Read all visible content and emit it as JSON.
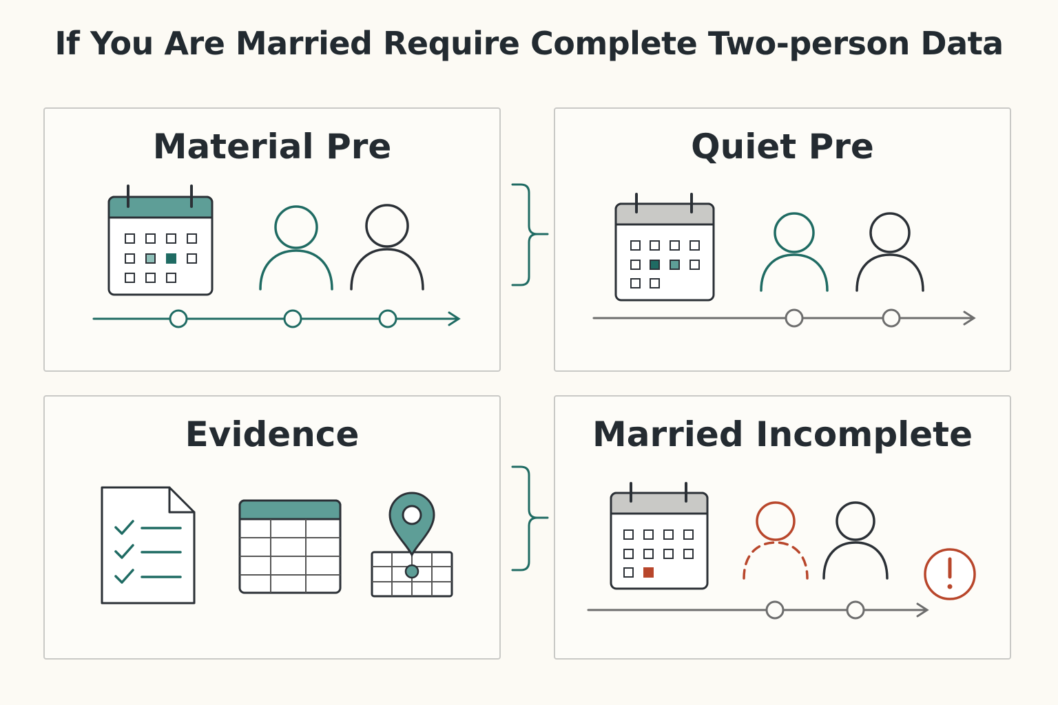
{
  "title": "If You Are Married Require Complete Two-person Data",
  "panels": [
    {
      "title": "Material Pre",
      "icons": [
        "calendar-icon",
        "person-icon",
        "person-icon",
        "timeline-icon"
      ]
    },
    {
      "title": "Quiet Pre",
      "icons": [
        "calendar-icon",
        "person-icon",
        "person-icon",
        "timeline-icon"
      ]
    },
    {
      "title": "Evidence",
      "icons": [
        "checklist-document-icon",
        "table-icon",
        "map-pin-icon"
      ]
    },
    {
      "title": "Married Incomplete",
      "icons": [
        "calendar-icon",
        "incomplete-person-icon",
        "person-icon",
        "warning-icon",
        "timeline-icon"
      ]
    }
  ],
  "colors": {
    "teal": "#1f6b63",
    "teal_fill": "#5e9e97",
    "dark": "#2b3036",
    "gray": "#6d6d6d",
    "red": "#b8462b",
    "background": "#fcfaf4"
  }
}
